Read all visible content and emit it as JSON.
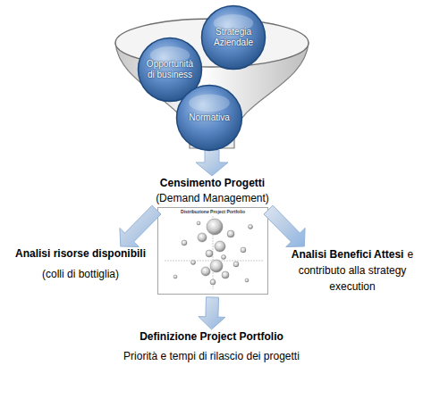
{
  "diagram": {
    "nodes": [
      {
        "text": [
          "Opportunità di business"
        ]
      },
      {
        "text": [
          "Strategia Aziendale"
        ]
      },
      {
        "text": [
          "Normativa"
        ]
      },
      {
        "text": [
          "Censimento Progetti",
          "(Demand Management)"
        ]
      },
      {
        "text": [
          "Analisi risorse disponibili",
          "(colli di bottiglia)"
        ]
      },
      {
        "text": [
          "Analisi Benefici Attesi",
          "e contributo alla strategy execution"
        ]
      },
      {
        "text": [
          "Definizione Project Portfolio",
          "Priorità e tempi di rilascio dei progetti"
        ]
      }
    ],
    "edges": [
      {
        "from": 3,
        "to": 4,
        "arrow": "to"
      },
      {
        "from": 3,
        "to": 5,
        "arrow": "to"
      },
      {
        "from": 3,
        "to": 6,
        "arrow": "to"
      }
    ],
    "labels": [
      "Distribuzione Project Portfolio"
    ]
  }
}
